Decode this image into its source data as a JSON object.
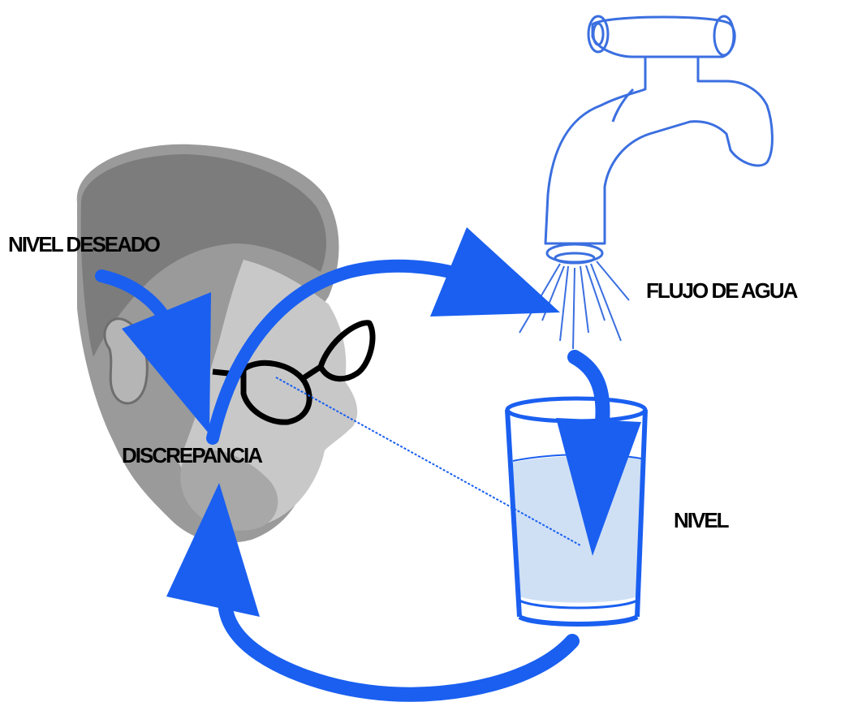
{
  "labels": {
    "nivel_deseado": "NIVEL DESEADO",
    "discrepancia": "DISCREPANCIA",
    "flujo_de_agua": "FLUJO DE AGUA",
    "nivel": "NIVEL"
  },
  "colors": {
    "arrow": "#1a5ff0",
    "faucet_outline": "#3b6fe0",
    "water": "#cfe0f5",
    "head_dark": "#6e6e6e",
    "head_mid": "#9a9a9a",
    "head_light": "#c8c8c8",
    "glasses": "#000000",
    "label_text": "#000000"
  },
  "icons": {
    "head": "head-with-glasses-icon",
    "faucet": "faucet-icon",
    "glass": "water-glass-icon"
  }
}
